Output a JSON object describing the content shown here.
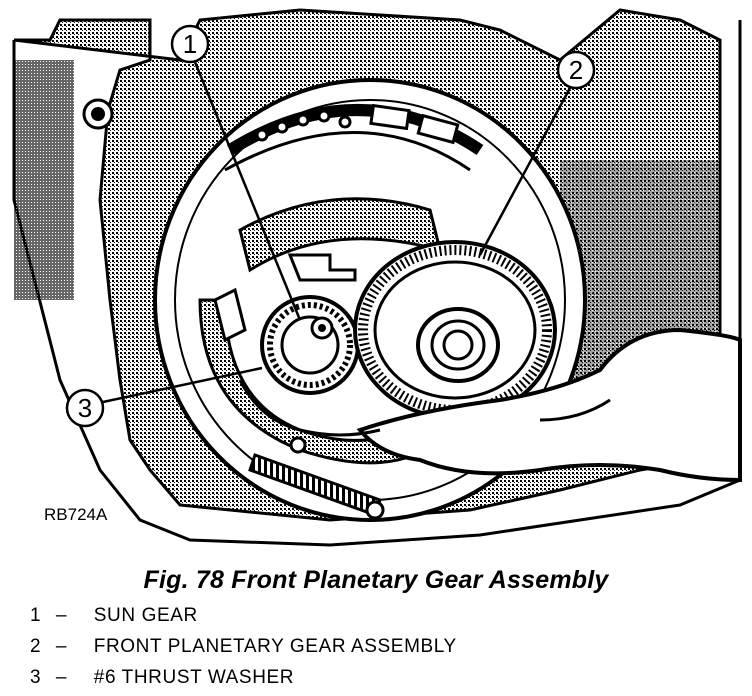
{
  "figure": {
    "caption": "Fig. 78 Front Planetary Gear Assembly",
    "image_code": "RB724A",
    "callouts": [
      "1",
      "2",
      "3"
    ]
  },
  "legend": [
    {
      "number": "1",
      "separator": "–",
      "label": "SUN GEAR"
    },
    {
      "number": "2",
      "separator": "–",
      "label": "FRONT PLANETARY GEAR ASSEMBLY"
    },
    {
      "number": "3",
      "separator": "–",
      "label": "#6 THRUST WASHER"
    }
  ],
  "colors": {
    "ink": "#000000",
    "paper": "#ffffff",
    "hatch": "#555555"
  }
}
